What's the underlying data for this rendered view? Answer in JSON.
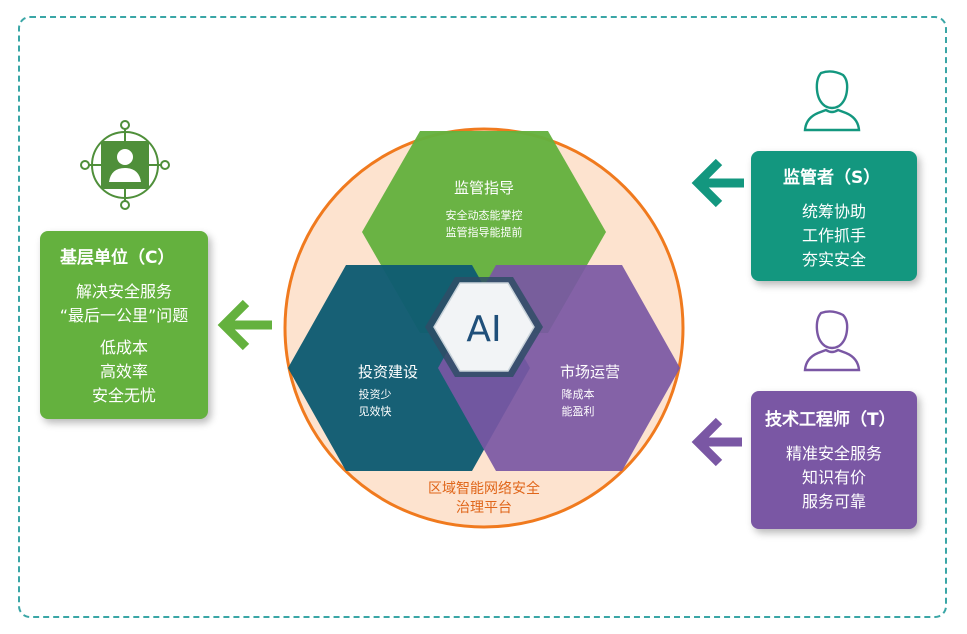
{
  "center": {
    "ai_label": "AI",
    "platform_line1": "区域智能网络安全",
    "platform_line2": "治理平台"
  },
  "hex_top": {
    "title": "监管指导",
    "lines": [
      "安全动态能掌控",
      "监管指导能提前"
    ]
  },
  "hex_left": {
    "title": "投资建设",
    "lines": [
      "投资少",
      "见效快"
    ]
  },
  "hex_right": {
    "title": "市场运营",
    "lines": [
      "降成本",
      "能盈利"
    ]
  },
  "card_c": {
    "title": "基层单位（C）",
    "lines": [
      "解决安全服务",
      "“最后一公里”问题"
    ],
    "lines2": [
      "低成本",
      "高效率",
      "安全无忧"
    ]
  },
  "card_s": {
    "title": "监管者（S）",
    "lines": [
      "统筹协助",
      "工作抓手",
      "夯实安全"
    ]
  },
  "card_t": {
    "title": "技术工程师（T）",
    "lines": [
      "精准安全服务",
      "知识有价",
      "服务可靠"
    ]
  },
  "colors": {
    "green": "#64b13e",
    "teal": "#13977f",
    "purple": "#7a57a4",
    "navy": "#0f5c72",
    "orange": "#f07a1e",
    "peach": "#fde3cf"
  },
  "icons": [
    "user-network-icon",
    "supervisor-person-icon",
    "engineer-person-icon",
    "arrow-left-icon"
  ]
}
